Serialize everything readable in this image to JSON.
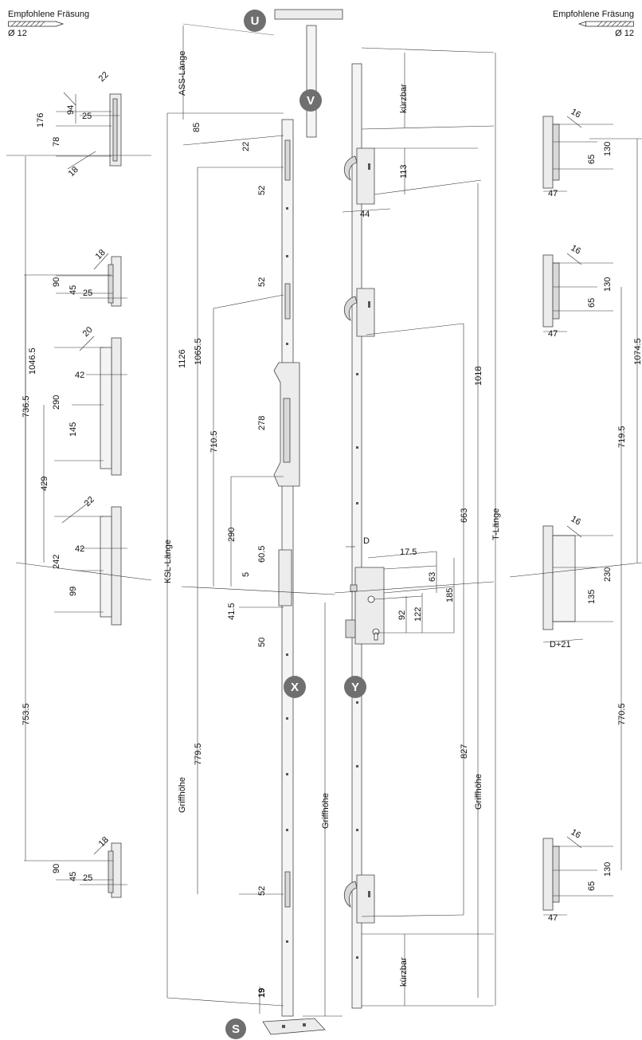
{
  "header": {
    "left": {
      "title": "Empfohlene Fräsung",
      "drill": "Ø 12"
    },
    "right": {
      "title": "Empfohlene Fräsung",
      "drill": "Ø 12"
    }
  },
  "badges": {
    "u": "U",
    "v": "V",
    "x": "X",
    "y": "Y",
    "s": "S"
  },
  "labels": {
    "ass_laenge": "ASS-Länge",
    "ksl_laenge": "KSL-Länge",
    "t_laenge": "T-Länge",
    "griffhoehe": "Griffhöhe",
    "kuerzbar": "kürzbar",
    "d": "D",
    "d21": "D+21"
  },
  "dims": {
    "l_22a": "22",
    "l_94": "94",
    "l_25a": "25",
    "l_176": "176",
    "l_78": "78",
    "l_18a": "18",
    "l_18b": "18",
    "l_90a": "90",
    "l_45a": "45",
    "l_25b": "25",
    "l_20": "20",
    "l_42a": "42",
    "l_290a": "290",
    "l_145": "145",
    "l_22b": "22",
    "l_42b": "42",
    "l_242": "242",
    "l_99": "99",
    "l_18c": "18",
    "l_90b": "90",
    "l_45b": "45",
    "l_25c": "25",
    "l_1046_5": "1046.5",
    "l_736_5": "736.5",
    "l_429": "429",
    "l_753_5": "753.5",
    "c_85": "85",
    "c_22": "22",
    "c_52a": "52",
    "c_1126": "1126",
    "c_1065_5": "1065.5",
    "c_52b": "52",
    "c_710_5": "710.5",
    "c_278": "278",
    "c_290": "290",
    "c_60_5": "60.5",
    "c_5": "5",
    "c_41_5": "41.5",
    "c_50": "50",
    "c_779_5": "779.5",
    "c_52c": "52",
    "c_19": "19",
    "m_113": "113",
    "m_44": "44",
    "m_1018": "1018",
    "m_663": "663",
    "m_17_5": "17.5",
    "m_63": "63",
    "m_92": "92",
    "m_122": "122",
    "m_185": "185",
    "m_827": "827",
    "r_16a": "16",
    "r_130a": "130",
    "r_65a": "65",
    "r_47a": "47",
    "r_16b": "16",
    "r_130b": "130",
    "r_65b": "65",
    "r_47b": "47",
    "r_1074_5": "1074.5",
    "r_719_5": "719.5",
    "r_16c": "16",
    "r_230": "230",
    "r_135": "135",
    "r_770_5": "770.5",
    "r_16d": "16",
    "r_130d": "130",
    "r_65d": "65",
    "r_47d": "47"
  }
}
